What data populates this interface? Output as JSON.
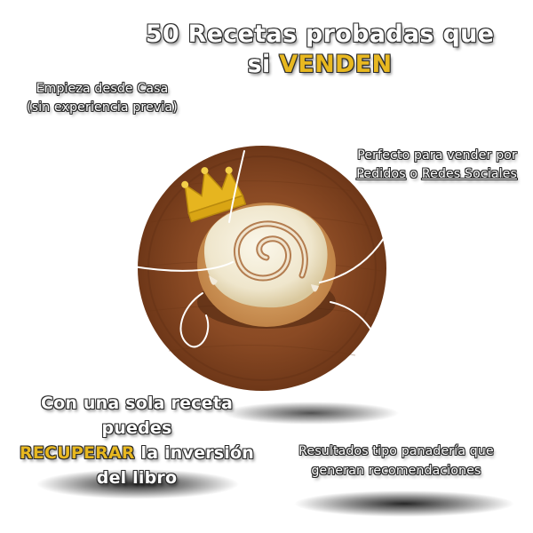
{
  "headline": {
    "line1": "50 Recetas probadas que",
    "line2_prefix": "si ",
    "line2_highlight": "VENDEN"
  },
  "callouts": {
    "left_top": {
      "line1": "Empieza desde Casa",
      "line2": "(sin experiencia previa)"
    },
    "right_top": {
      "line1": "Perfecto para vender por",
      "link1": "Pedidos",
      "connector": " o ",
      "link2": "Redes Sociales"
    },
    "left_bottom": {
      "line1": "Con una sola receta puedes",
      "highlight": "RECUPERAR",
      "line2_rest": " la inversión",
      "line3": "del libro"
    },
    "right_bottom": {
      "line1": "Resultados tipo panadería que",
      "line2": "generan recomendaciones"
    }
  },
  "colors": {
    "accent_gold": "#e8b820",
    "board_wood": "#8a4a24",
    "text_outline": "#2b2b2b"
  },
  "image": {
    "subject": "cinnamon roll with white icing on a round wooden board, topped with a gold crown"
  }
}
